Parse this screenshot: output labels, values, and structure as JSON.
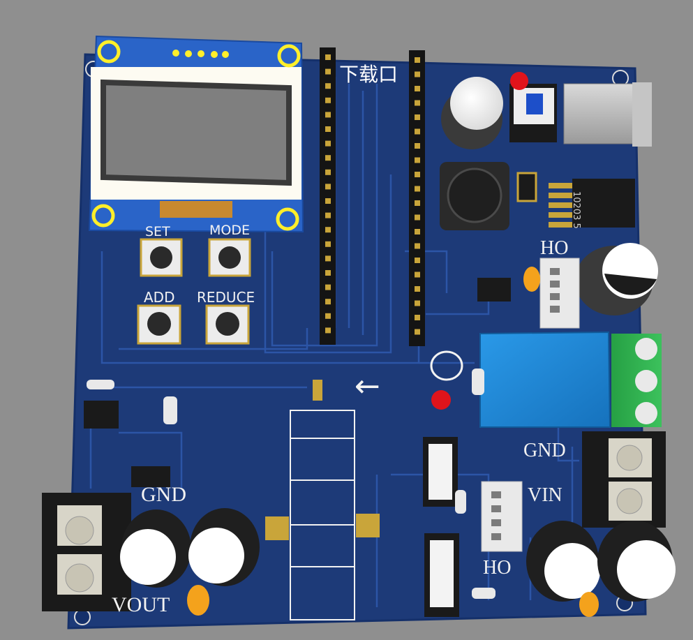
{
  "board": {
    "colors": {
      "background": "#8f8f8f",
      "pcb": "#1d3a78",
      "trace": "#2a4d98",
      "silkscreen": "#f2f2f2",
      "pad_gold": "#c9a53a",
      "oled_frame": "#fdfbf2",
      "oled_screen": "#7f7f7f",
      "relay_blue": "#1e88d8",
      "terminal_green": "#2fae4e",
      "terminal_black": "#1a1a1a",
      "led_red": "#e0141b",
      "tantalum_orange": "#f4a21c"
    },
    "labels": {
      "download_port": "下载口",
      "set": "SET",
      "mode": "MODE",
      "add": "ADD",
      "reduce": "REDUCE",
      "ho_top": "HO",
      "ho_bottom": "HO",
      "gnd_right": "GND",
      "vin": "VIN",
      "gnd_left": "GND",
      "vout": "VOUT",
      "arrow": "←",
      "chip_marking": "10203 5"
    }
  }
}
